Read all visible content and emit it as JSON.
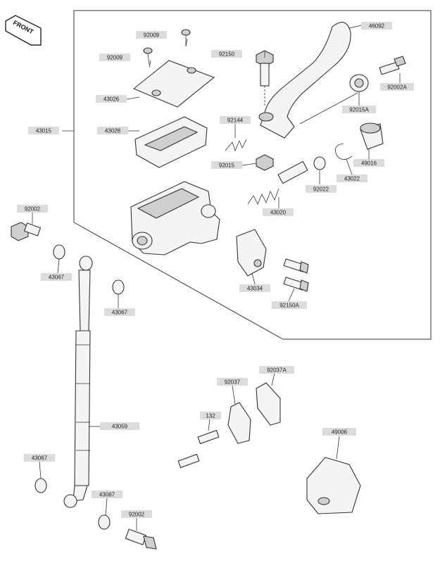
{
  "diagram": {
    "front_tag": "FRONT",
    "labels": {
      "l46092": "46092",
      "l92009a": "92009",
      "l92009b": "92009",
      "l92150": "92150",
      "l92002A": "92002A",
      "l43026": "43026",
      "l92015A": "92015A",
      "l43015": "43015",
      "l43028": "43028",
      "l92144": "92144",
      "l92015": "92015",
      "l49016": "49016",
      "l43022": "43022",
      "l92022": "92022",
      "l43020": "43020",
      "l92002a": "92002",
      "l43067a": "43067",
      "l43067b": "43067",
      "l43034": "43034",
      "l92150A": "92150A",
      "l92037": "92037",
      "l92037A": "92037A",
      "l132": "132",
      "l43059": "43059",
      "l49006": "49006",
      "l43067c": "43067",
      "l43067d": "43067",
      "l92002b": "92002"
    }
  }
}
